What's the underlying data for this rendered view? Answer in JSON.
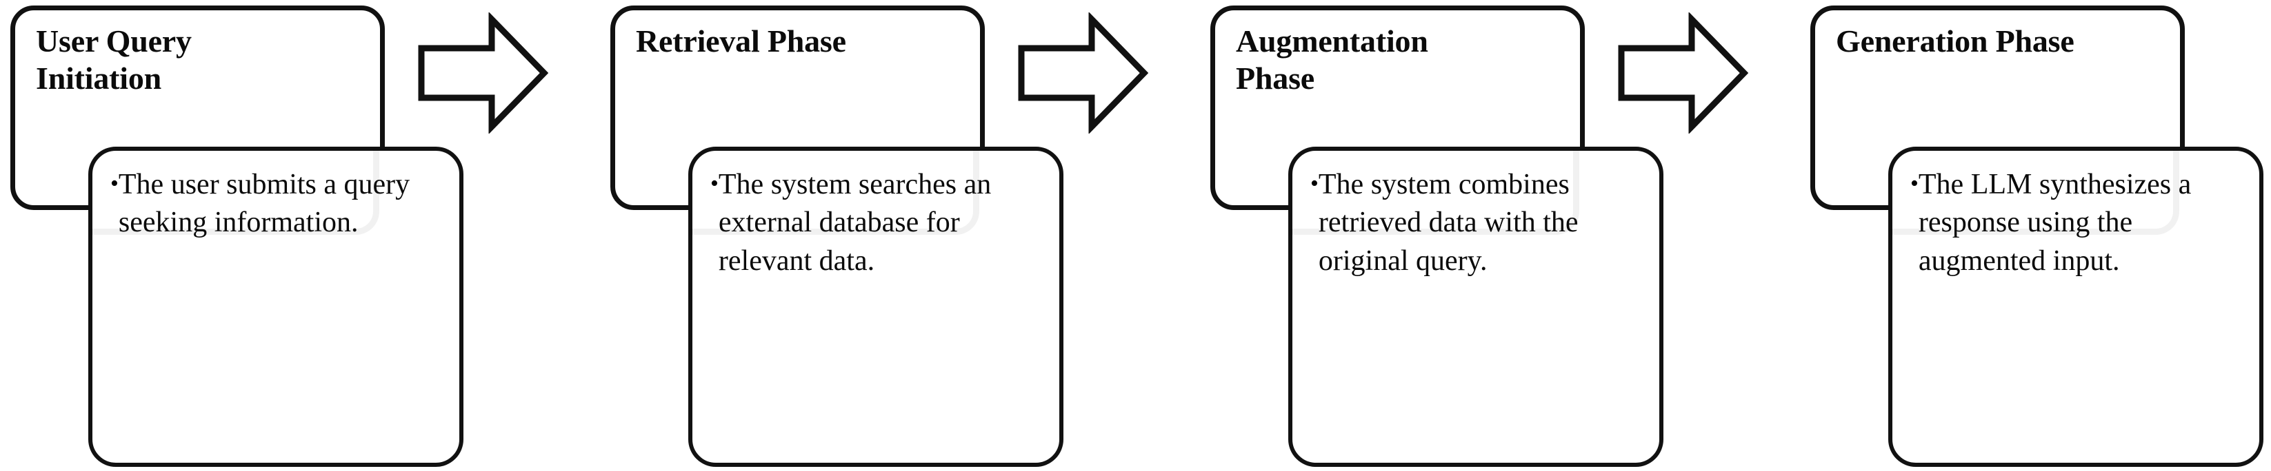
{
  "diagram": {
    "type": "process-flow",
    "orientation": "horizontal",
    "background_color": "#ffffff",
    "outline_color": "#111111",
    "text_color": "#0b0b0b",
    "step_count": 4,
    "connector": {
      "icon": "right-block-arrow-icon",
      "style": "hollow-outline",
      "fill_color": "#ffffff",
      "stroke_color": "#111111",
      "count": 3
    },
    "bullet_glyph": "•"
  },
  "steps": [
    {
      "index": 1,
      "title": "User Query\nInitiation",
      "bullet": "The user submits a query seeking information."
    },
    {
      "index": 2,
      "title": "Retrieval Phase",
      "bullet": "The system searches an external database for relevant data."
    },
    {
      "index": 3,
      "title": "Augmentation\nPhase",
      "bullet": "The system combines retrieved data with the original query."
    },
    {
      "index": 4,
      "title": "Generation Phase",
      "bullet": "The LLM synthesizes a response using the augmented input."
    }
  ]
}
